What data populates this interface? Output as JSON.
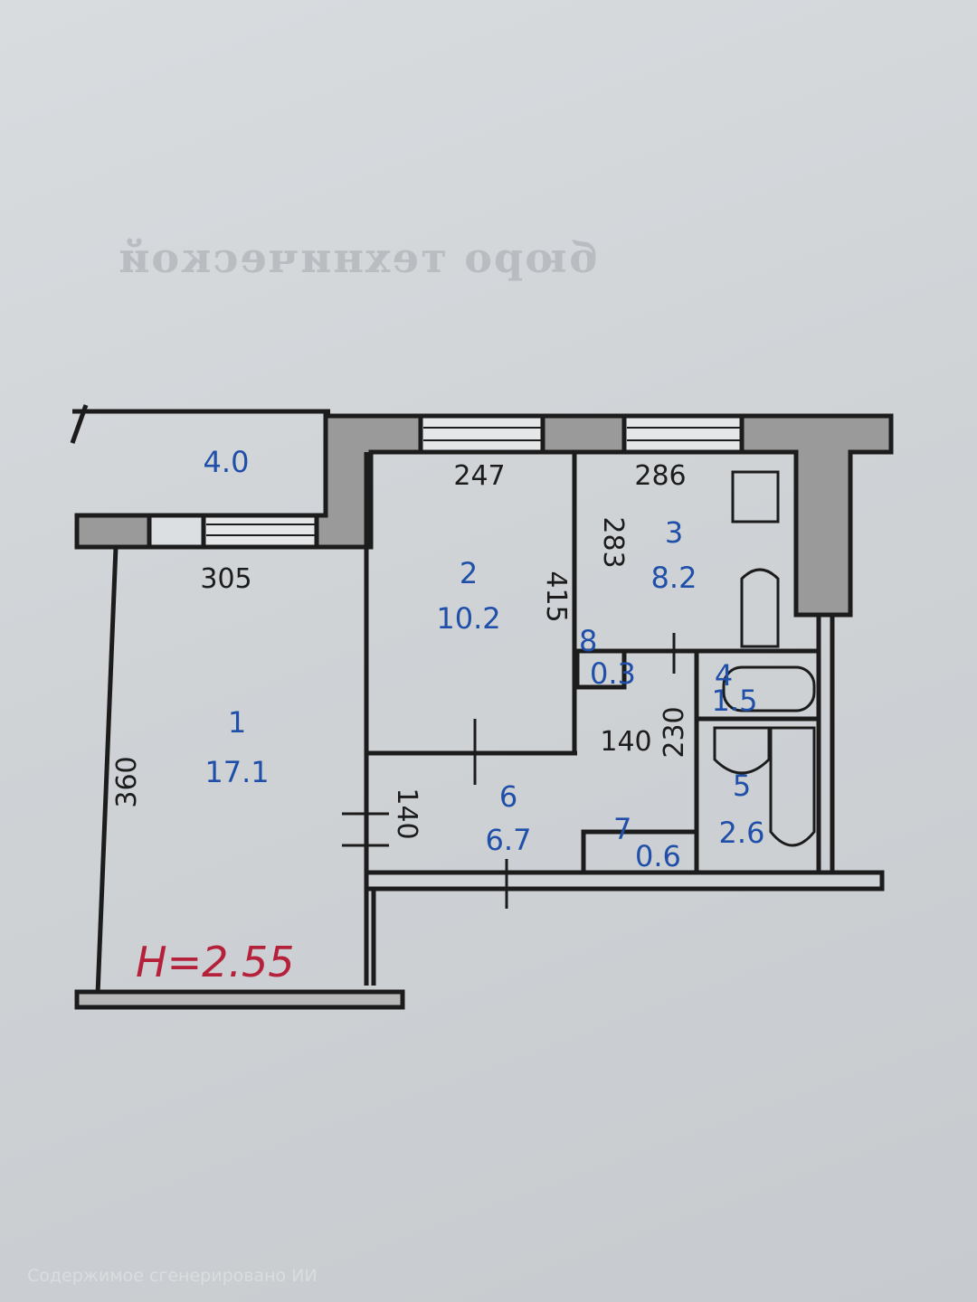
{
  "header_bleed": "бюро технической",
  "rooms": [
    {
      "num": "1",
      "area": "17.1"
    },
    {
      "num": "2",
      "area": "10.2"
    },
    {
      "num": "3",
      "area": "8.2"
    },
    {
      "num": "4",
      "area": "1.5"
    },
    {
      "num": "5",
      "area": "2.6"
    },
    {
      "num": "6",
      "area": "6.7"
    },
    {
      "num": "7",
      "area": "0.6"
    },
    {
      "num": "8",
      "area": "0.3"
    }
  ],
  "balcony_area": "4.0",
  "dimensions": {
    "d247": "247",
    "d286": "286",
    "d305": "305",
    "d283": "283",
    "d415": "415",
    "d360": "360",
    "d140a": "140",
    "d230": "230",
    "d140b": "140"
  },
  "height": "H=2.55",
  "colors": {
    "ink": "#1c1c1c",
    "room_ink": "#1f4fa8",
    "height_ink": "#b5213a",
    "wall_fill": "#9a9a9a"
  },
  "watermark": "Содержимое сгенерировано ИИ"
}
